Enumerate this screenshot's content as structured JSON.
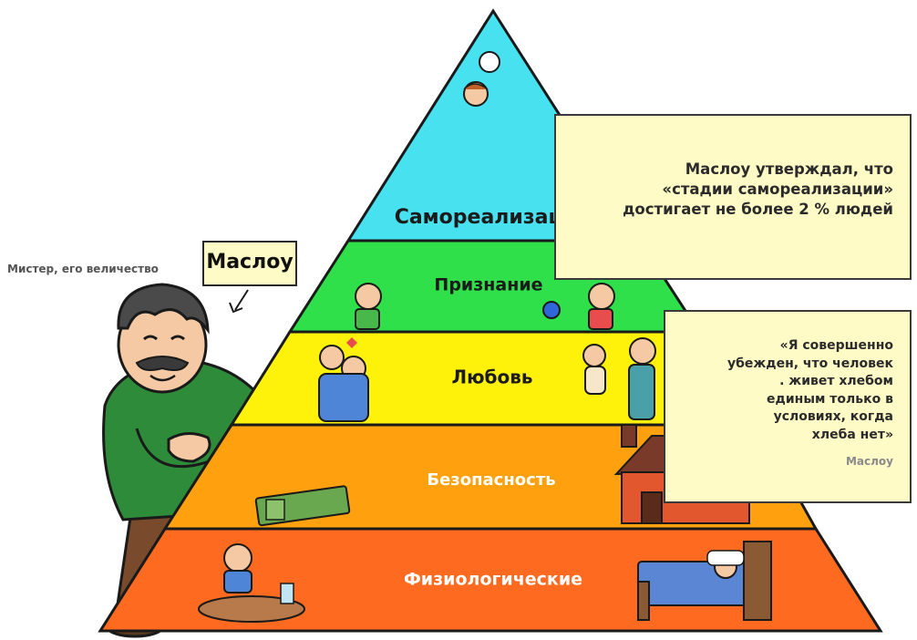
{
  "pyramid": {
    "levels": [
      {
        "label": "Самореализация",
        "color": "#47e1f0",
        "text_color": "#1b1b1b"
      },
      {
        "label": "Признание",
        "color": "#2fe04a",
        "text_color": "#1b1b1b"
      },
      {
        "label": "Любовь",
        "color": "#fff20a",
        "text_color": "#1b1b1b"
      },
      {
        "label": "Безопасность",
        "color": "#ffa10e",
        "text_color": "#ffffff"
      },
      {
        "label": "Физиологические",
        "color": "#ff6a21",
        "text_color": "#ffffff"
      }
    ]
  },
  "notes": {
    "top_text": "Маслоу утверждал, что «стадии самореализации» достигает не более 2 % людей",
    "bottom_quote": "«Я совершенно\nубежден, что человек\n.    живет хлебом\nединым только в\nусловиях, когда\nхлеба нет»",
    "bottom_author": "Маслоу"
  },
  "caption": {
    "line": "Мистер, его величество",
    "name": "Маслоу"
  },
  "icons": [
    "thinking-boy-icon",
    "award-children-icon",
    "hugging-couple-icon",
    "parent-with-baby-icon",
    "money-stack-icon",
    "house-icon",
    "boy-eating-icon",
    "sleeping-in-bed-icon",
    "maslow-figure-icon",
    "arrow-icon"
  ]
}
